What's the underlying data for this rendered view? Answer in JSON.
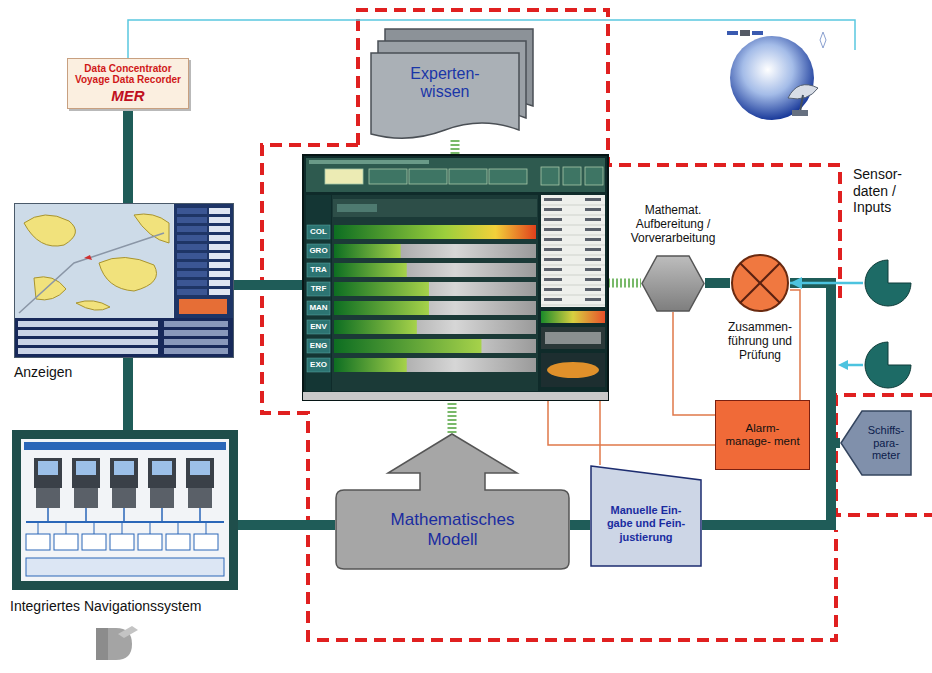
{
  "diagram": {
    "nodes": [
      {
        "text": [
          "Data Concentrator",
          "Voyage Data Recorder",
          "MER"
        ]
      },
      {
        "text": [
          "Experten- wissen"
        ]
      },
      {
        "text": [
          "COL",
          "GRO",
          "TRA",
          "TRF",
          "MAN",
          "ENV",
          "ENG",
          "EXO"
        ]
      },
      {
        "text": [
          "Mathemat. Aufbereitung / Vorverarbeitung"
        ]
      },
      {
        "text": [
          "Zusammen- führung und Prüfung"
        ]
      },
      {
        "text": [
          "Sensor- daten / Inputs"
        ]
      },
      {
        "text": [
          "Anzeigen"
        ]
      },
      {
        "text": [
          "Alarm- manage- ment"
        ]
      },
      {
        "text": [
          "Schiffs- para- meter"
        ]
      },
      {
        "text": [
          "Manuelle Ein- gabe und Fein- justierung"
        ]
      },
      {
        "text": [
          "Mathematisches Modell"
        ]
      },
      {
        "text": [
          "Integriertes Navigationssystem"
        ]
      }
    ],
    "edges": [
      {
        "from": 0,
        "to": 6,
        "arrow": "none"
      },
      {
        "from": 6,
        "to": 2,
        "arrow": "none"
      },
      {
        "from": 6,
        "to": 11,
        "arrow": "none"
      },
      {
        "from": 11,
        "to": 10,
        "arrow": "none"
      },
      {
        "from": 10,
        "to": 9,
        "arrow": "none"
      },
      {
        "from": 1,
        "to": 2,
        "arrow": "none"
      },
      {
        "from": 10,
        "to": 2,
        "arrow": "none"
      },
      {
        "from": 2,
        "to": 3,
        "arrow": "none"
      },
      {
        "from": 3,
        "to": 4,
        "arrow": "none"
      },
      {
        "from": 5,
        "to": 4,
        "arrow": "to"
      },
      {
        "from": 4,
        "to": 9,
        "arrow": "none"
      },
      {
        "from": 8,
        "to": 9,
        "arrow": "none"
      },
      {
        "from": 2,
        "to": 7,
        "arrow": "none"
      },
      {
        "from": 2,
        "to": 9,
        "arrow": "none"
      },
      {
        "from": 7,
        "to": 3,
        "arrow": "none"
      },
      {
        "from": 7,
        "to": 4,
        "arrow": "none"
      }
    ]
  }
}
